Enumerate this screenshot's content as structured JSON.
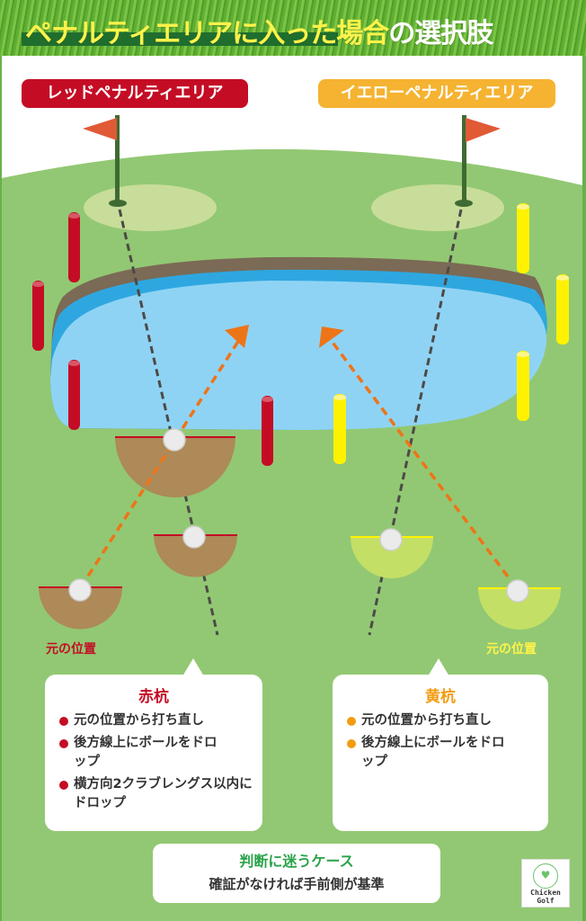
{
  "header": {
    "title_main": "ペナルティエリアに入った場合",
    "title_tail": "の選択肢"
  },
  "badges": {
    "red": "レッドペナルティエリア",
    "yellow": "イエローペナルティエリア"
  },
  "labels": {
    "red_original": "元の位置",
    "yellow_original": "元の位置"
  },
  "red_card": {
    "heading": "赤杭",
    "items": [
      "元の位置から打ち直し",
      "後方線上にボールをドロップ",
      "横方向2クラブレングス以内にドロップ"
    ]
  },
  "yellow_card": {
    "heading": "黄杭",
    "items": [
      "元の位置から打ち直し",
      "後方線上にボールをドロップ"
    ]
  },
  "bottom_card": {
    "title": "判断に迷うケース",
    "text": "確証がなければ手前側が基準"
  },
  "logo": {
    "line1": "Chicken",
    "line2": "Golf"
  },
  "colors": {
    "red_stake": "#c40d25",
    "yellow_stake": "#fff200",
    "grass": "#92c873",
    "water": "#8fd3f4",
    "water_edge": "#2ea7e0",
    "bank": "#7b6a55",
    "drop_zone_red": "#ad8a58",
    "drop_zone_yellow": "#c3df66",
    "arrow": "#ee7418",
    "flag": "#e05a36",
    "title_yellow": "#fff34a",
    "header_green": "#5fae33"
  }
}
